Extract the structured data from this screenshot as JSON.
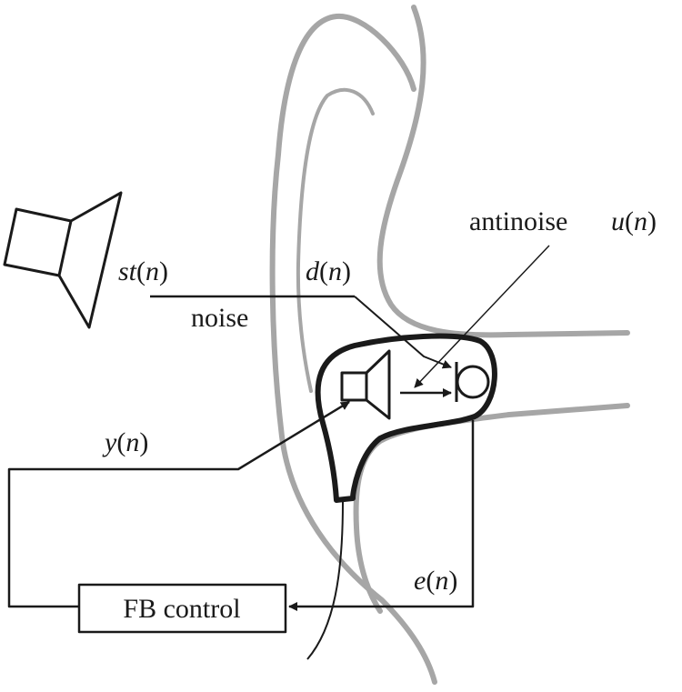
{
  "labels": {
    "st_n": {
      "var": "st",
      "arg": "n"
    },
    "d_n": {
      "var": "d",
      "arg": "n"
    },
    "noise": "noise",
    "antinoise": "antinoise",
    "u_n": {
      "var": "u",
      "arg": "n"
    },
    "y_n": {
      "var": "y",
      "arg": "n"
    },
    "e_n": {
      "var": "e",
      "arg": "n"
    },
    "fb_control": "FB control"
  },
  "colors": {
    "ear_outline": "#a6a6a6",
    "lines": "#1a1a1a"
  }
}
